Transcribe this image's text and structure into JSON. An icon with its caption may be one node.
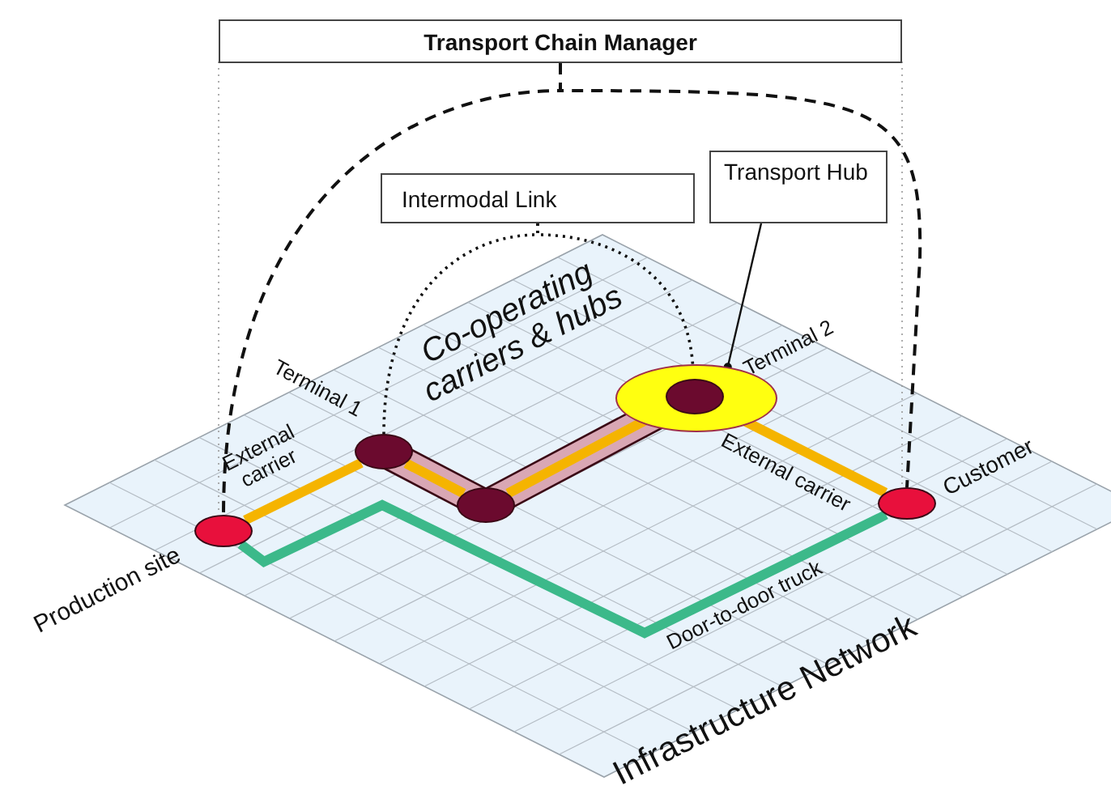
{
  "diagram": {
    "nodes": [
      {
        "text": [
          "Transport Chain Manager"
        ]
      },
      {
        "text": [
          "Intermodal Link"
        ]
      },
      {
        "text": [
          "Transport Hub"
        ]
      },
      {
        "text": [],
        "shape": "circle",
        "beside": [
          "Production site"
        ]
      },
      {
        "text": [],
        "shape": "circle",
        "beside": [
          "Terminal 1"
        ]
      },
      {
        "text": [],
        "shape": "circle"
      },
      {
        "text": [],
        "shape": "circle"
      },
      {
        "text": [],
        "shape": "circle",
        "in": 6,
        "beside": [
          "Terminal 2"
        ]
      },
      {
        "text": [],
        "shape": "circle",
        "beside": [
          "Customer"
        ]
      }
    ],
    "edges": [
      {
        "from": 0,
        "to": 3,
        "arrow": "none",
        "style": "dashed"
      },
      {
        "from": 0,
        "to": 8,
        "arrow": "none",
        "style": "dashed"
      },
      {
        "from": 1,
        "to": 4,
        "arrow": "none",
        "style": "dashed"
      },
      {
        "from": 1,
        "to": 7,
        "arrow": "none",
        "style": "dashed"
      },
      {
        "from": 2,
        "to": 6,
        "arrow": "other"
      },
      {
        "from": 3,
        "to": 4,
        "arrow": "none",
        "label": "External carrier",
        "style": "thick",
        "color": "#f5b400"
      },
      {
        "from": 4,
        "to": 5,
        "arrow": "none",
        "style": "thick",
        "color": "#f5b400"
      },
      {
        "from": 5,
        "to": 7,
        "arrow": "none",
        "style": "thick",
        "color": "#f5b400"
      },
      {
        "from": 7,
        "to": 8,
        "arrow": "none",
        "label": "External carrier",
        "style": "thick",
        "color": "#f5b400"
      },
      {
        "from": 3,
        "to": 8,
        "arrow": "none",
        "label": "Door-to-door truck",
        "style": "thick",
        "color": "#3cb98a"
      }
    ],
    "labels": [
      "Co-operating carriers & hubs",
      "Infrastructure Network"
    ]
  }
}
